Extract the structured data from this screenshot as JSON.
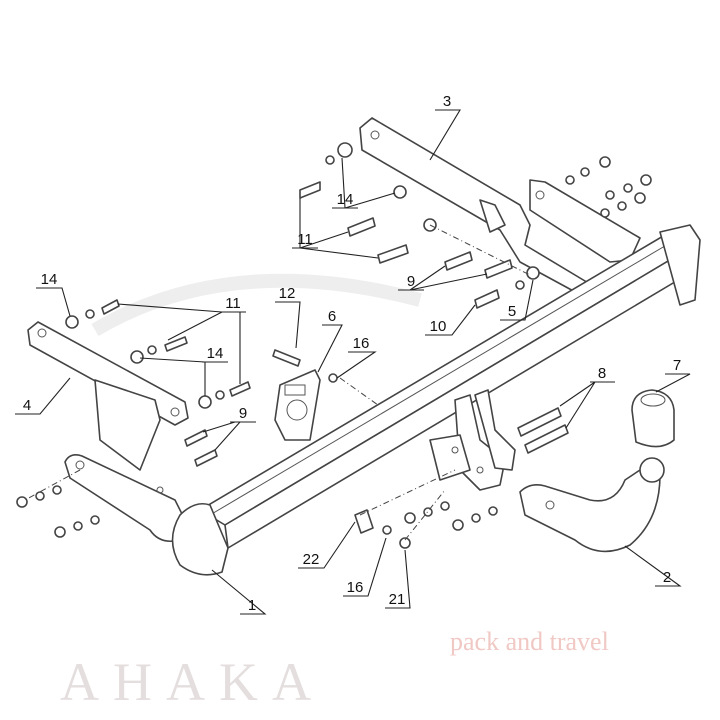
{
  "title": "Tow bar exploded parts diagram",
  "watermark": {
    "brand": "AHAKA",
    "slogan": "pack and travel"
  },
  "callouts": [
    {
      "id": "c3",
      "label": "3"
    },
    {
      "id": "c14a",
      "label": "14"
    },
    {
      "id": "c11a",
      "label": "11"
    },
    {
      "id": "c9a",
      "label": "9"
    },
    {
      "id": "c5",
      "label": "5"
    },
    {
      "id": "c10",
      "label": "10"
    },
    {
      "id": "c14b",
      "label": "14"
    },
    {
      "id": "c11b",
      "label": "11"
    },
    {
      "id": "c12",
      "label": "12"
    },
    {
      "id": "c6",
      "label": "6"
    },
    {
      "id": "c16a",
      "label": "16"
    },
    {
      "id": "c14c",
      "label": "14"
    },
    {
      "id": "c4",
      "label": "4"
    },
    {
      "id": "c9b",
      "label": "9"
    },
    {
      "id": "c8",
      "label": "8"
    },
    {
      "id": "c7",
      "label": "7"
    },
    {
      "id": "c2",
      "label": "2"
    },
    {
      "id": "c1",
      "label": "1"
    },
    {
      "id": "c22",
      "label": "22"
    },
    {
      "id": "c16b",
      "label": "16"
    },
    {
      "id": "c21",
      "label": "21"
    }
  ]
}
